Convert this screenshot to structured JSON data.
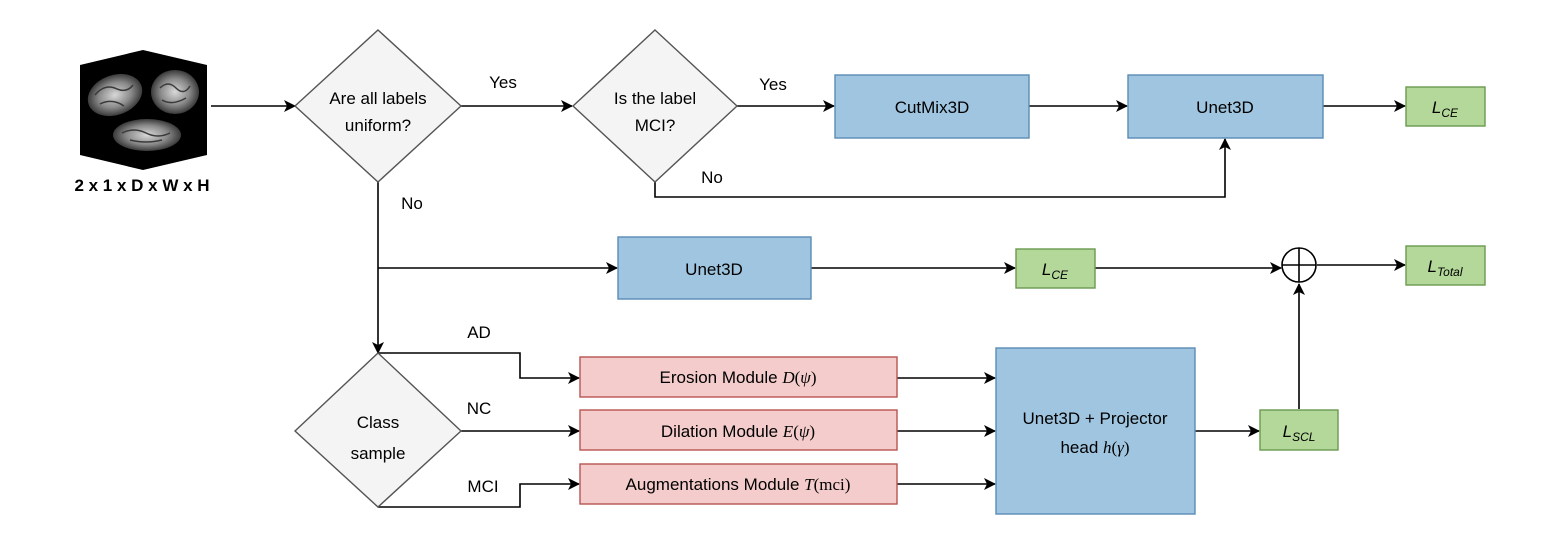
{
  "input": {
    "label": "2 x 1 x D x W x H"
  },
  "decisions": {
    "uniform": {
      "line1": "Are all labels",
      "line2": "uniform?"
    },
    "mci": {
      "line1": "Is the label",
      "line2": "MCI?"
    },
    "class": {
      "line1": "Class",
      "line2": "sample"
    }
  },
  "edges": {
    "yes1": "Yes",
    "yes2": "Yes",
    "no1": "No",
    "no2": "No",
    "ad": "AD",
    "nc": "NC",
    "mci": "MCI"
  },
  "boxes": {
    "cutmix": "CutMix3D",
    "unet_top": "Unet3D",
    "unet_mid": "Unet3D",
    "erosion": {
      "text": "Erosion Module ",
      "math_symbol": "D",
      "math_arg": "ψ"
    },
    "dilation": {
      "text": "Dilation Module ",
      "math_symbol": "E",
      "math_arg": "ψ"
    },
    "augment": {
      "text": "Augmentations Module ",
      "math_symbol": "T",
      "math_arg": "mci"
    },
    "projector": {
      "line1": "Unet3D + Projector",
      "line2": "head ",
      "math_symbol": "h",
      "math_arg": "γ"
    }
  },
  "losses": {
    "ce_top": {
      "main": "L",
      "sub": "CE"
    },
    "ce_mid": {
      "main": "L",
      "sub": "CE"
    },
    "total": {
      "main": "L",
      "sub": "Total"
    },
    "scl": {
      "main": "L",
      "sub": "SCL"
    }
  },
  "colors": {
    "blue_fill": "#9fc5e0",
    "blue_stroke": "#5b8bb5",
    "red_fill": "#f5cccc",
    "red_stroke": "#b85450",
    "green_fill": "#b4d89a",
    "green_stroke": "#6a9a4f",
    "diamond_fill": "#f4f4f4",
    "diamond_stroke": "#555555"
  }
}
